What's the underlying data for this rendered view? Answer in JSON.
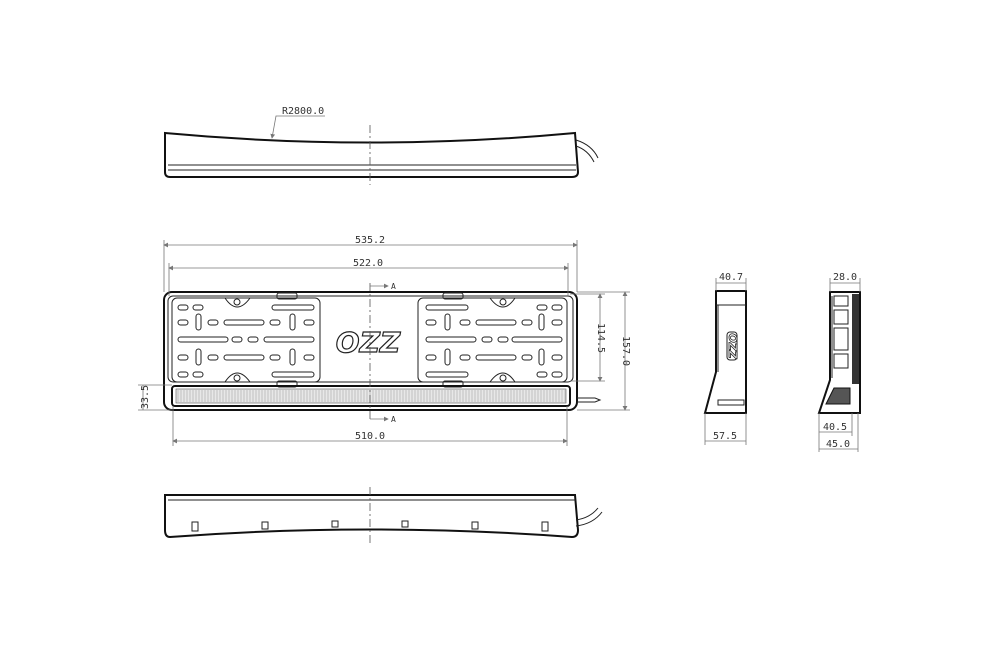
{
  "top_view": {
    "radius_label": "R2800.0"
  },
  "front_view": {
    "overall_width": "535.2",
    "frame_width": "522.0",
    "led_width": "510.0",
    "plate_height": "114.5",
    "overall_height": "157.0",
    "led_height": "33.5",
    "section_marker": "A",
    "logo_text": "OZZ"
  },
  "side_view_left": {
    "top_depth": "40.7",
    "bottom_depth": "57.5"
  },
  "side_view_right": {
    "top_depth": "28.0",
    "inner_bottom": "40.5",
    "outer_bottom": "45.0"
  }
}
